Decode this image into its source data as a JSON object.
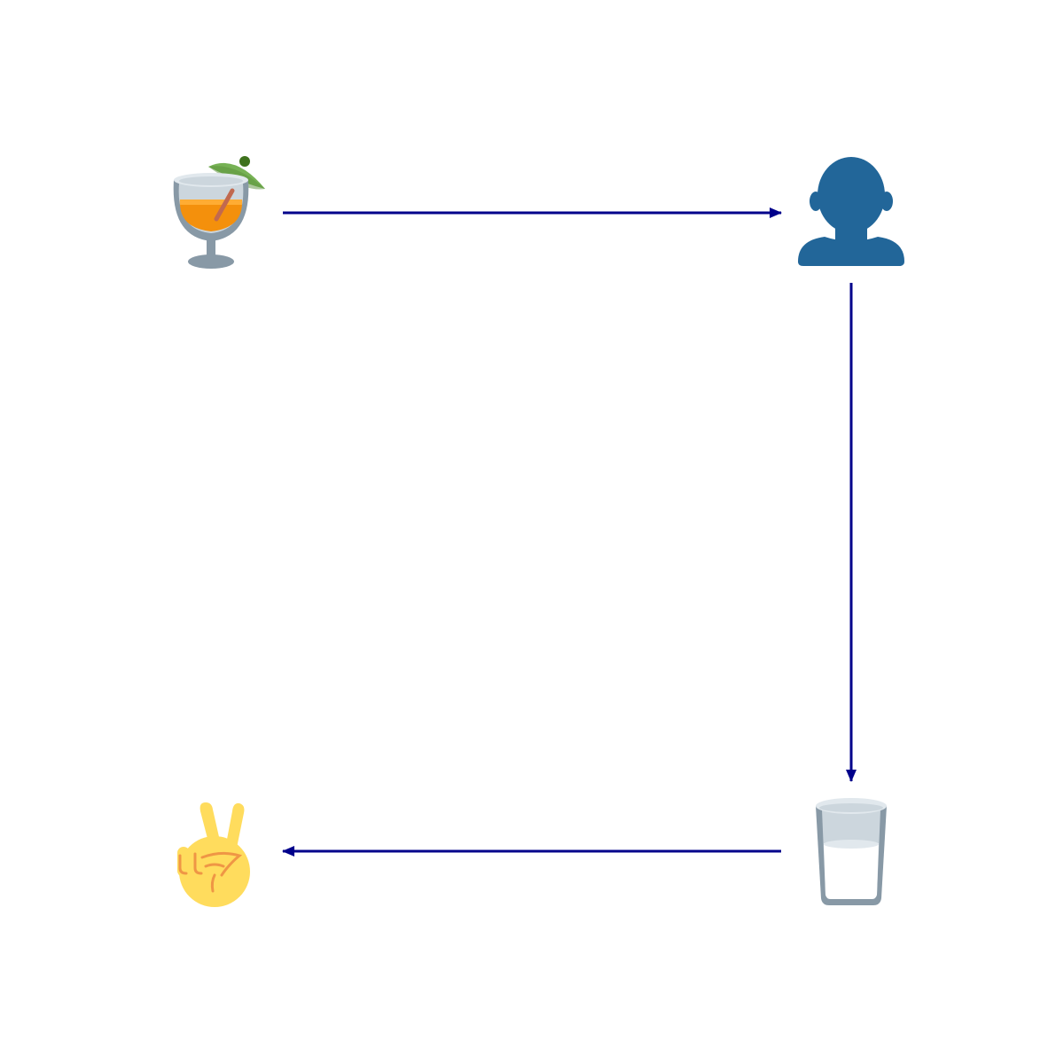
{
  "diagram": {
    "nodes": [
      {
        "id": "tropical-drink",
        "icon": "tropical-drink-icon"
      },
      {
        "id": "person",
        "icon": "person-silhouette-icon"
      },
      {
        "id": "glass-of-milk",
        "icon": "glass-of-milk-icon"
      },
      {
        "id": "victory-hand",
        "icon": "victory-hand-icon"
      }
    ],
    "edges": [
      {
        "from": "tropical-drink",
        "to": "person"
      },
      {
        "from": "person",
        "to": "glass-of-milk"
      },
      {
        "from": "glass-of-milk",
        "to": "victory-hand"
      }
    ],
    "colors": {
      "edge": "#00008b",
      "person": "#226699",
      "drink_orange": "#f4900c",
      "umbrella_green": "#77b255",
      "glass_gray": "#8899a6",
      "hand_yellow": "#ffdc5d"
    }
  }
}
